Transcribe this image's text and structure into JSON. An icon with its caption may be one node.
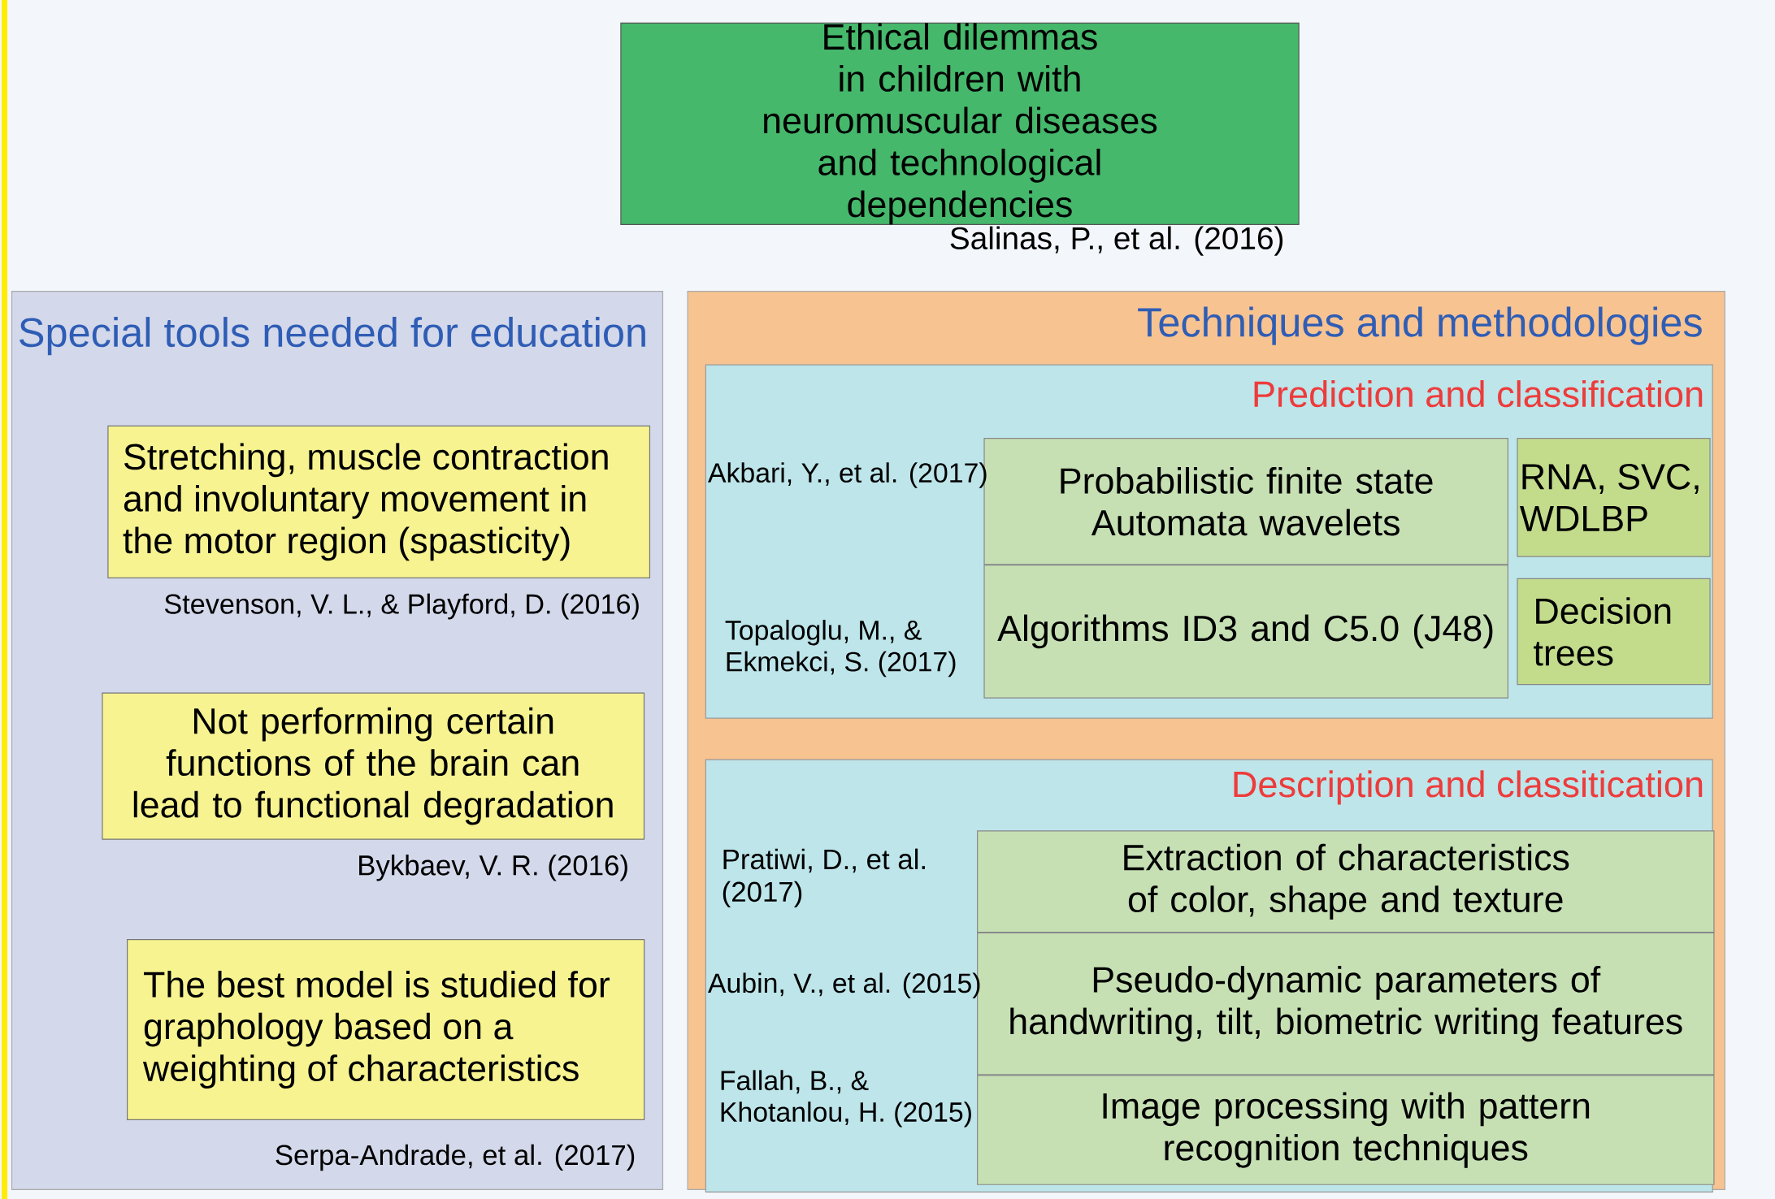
{
  "diagram": {
    "nodes": [
      {
        "text": [
          "Ethical dilemmas in children with neuromuscular diseases and technological dependencies"
        ],
        "beside": [
          "Salinas, P., et al. (2016)"
        ]
      },
      {
        "text": [
          "Special tools needed for education"
        ]
      },
      {
        "text": [
          "Stretching, muscle contraction and involuntary movement in the motor region (spasticity)"
        ],
        "in": 1,
        "beside": [
          "Stevenson, V. L., & Playford, D. (2016)"
        ]
      },
      {
        "text": [
          "Not performing certain functions of the brain can lead to functional degradation"
        ],
        "in": 1,
        "beside": [
          "Bykbaev, V. R. (2016)"
        ]
      },
      {
        "text": [
          "The best model is studied for graphology based on a weighting of characteristics"
        ],
        "in": 1,
        "beside": [
          "Serpa-Andrade, et al. (2017)"
        ]
      },
      {
        "text": [
          "Techniques and methodologies"
        ]
      },
      {
        "text": [
          "Prediction and classification"
        ],
        "in": 5
      },
      {
        "text": [
          "Probabilistic finite state Automata wavelets"
        ],
        "in": 6,
        "beside": [
          "Akbari, Y., et al. (2017)"
        ]
      },
      {
        "text": [
          "Algorithms ID3 and C5.0 (J48)"
        ],
        "in": 6,
        "beside": [
          "Topaloglu, M., & Ekmekci, S. (2017)"
        ]
      },
      {
        "text": [
          "RNA, SVC, WDLBP"
        ],
        "in": 6
      },
      {
        "text": [
          "Decision trees"
        ],
        "in": 6
      },
      {
        "text": [
          "Description and classitication"
        ],
        "in": 5
      },
      {
        "text": [
          "Extraction of characteristics of color, shape and texture"
        ],
        "in": 11,
        "beside": [
          "Pratiwi, D., et al. (2017)"
        ]
      },
      {
        "text": [
          "Pseudo-dynamic parameters of handwriting, tilt, biometric writing features"
        ],
        "in": 11,
        "beside": [
          "Aubin, V., et al. (2015)"
        ]
      },
      {
        "text": [
          "Image processing with pattern recognition techniques"
        ],
        "in": 11,
        "beside": [
          "Fallah, B., & Khotanlou, H. (2015)"
        ]
      }
    ]
  }
}
